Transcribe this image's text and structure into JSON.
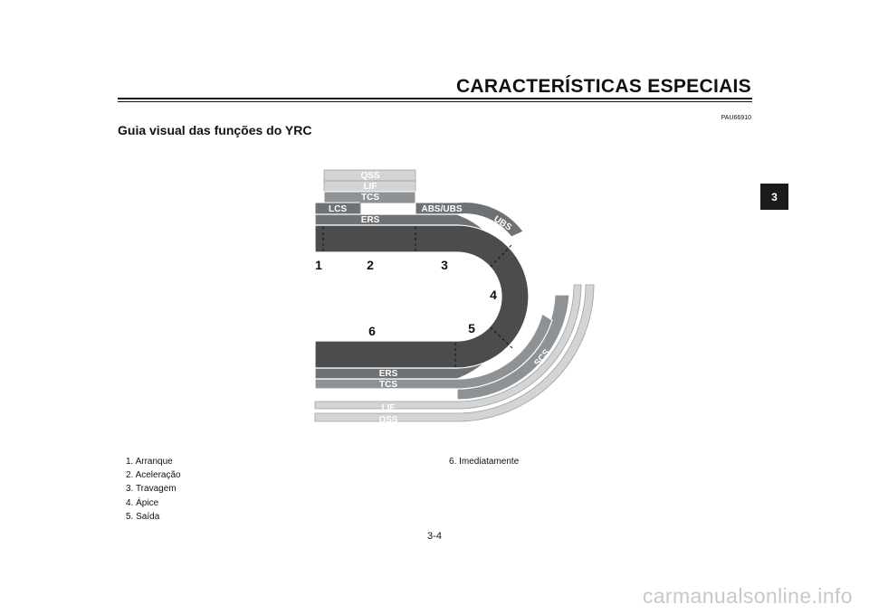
{
  "header": {
    "title": "CARACTERÍSTICAS ESPECIAIS",
    "doc_code": "PAU66910",
    "chapter_tab": "3"
  },
  "section": {
    "title": "Guia visual das funções do YRC"
  },
  "diagram": {
    "top_labels": {
      "qss": "QSS",
      "lif": "LIF",
      "tcs": "TCS",
      "lcs": "LCS",
      "abs_ubs": "ABS/UBS",
      "ers": "ERS",
      "ubs": "UBS"
    },
    "bottom_labels": {
      "scs": "SCS",
      "ers": "ERS",
      "tcs": "TCS",
      "lif": "LIF",
      "qss": "QSS"
    },
    "phase_numbers": [
      "1",
      "2",
      "3",
      "4",
      "5",
      "6"
    ],
    "colors": {
      "track": "#4a4c4e",
      "ers": "#6e7274",
      "tcs_lcs": "#8e9294",
      "lif_qss": "#d2d4d5",
      "outline": "#ffffff"
    }
  },
  "legend": {
    "items": [
      "1.  Arranque",
      "2.  Aceleração",
      "3.  Travagem",
      "4.  Ápice",
      "5.  Saída",
      "6.  Imediatamente"
    ]
  },
  "footer": {
    "page_number": "3-4",
    "watermark": "carmanualsonline.info"
  }
}
